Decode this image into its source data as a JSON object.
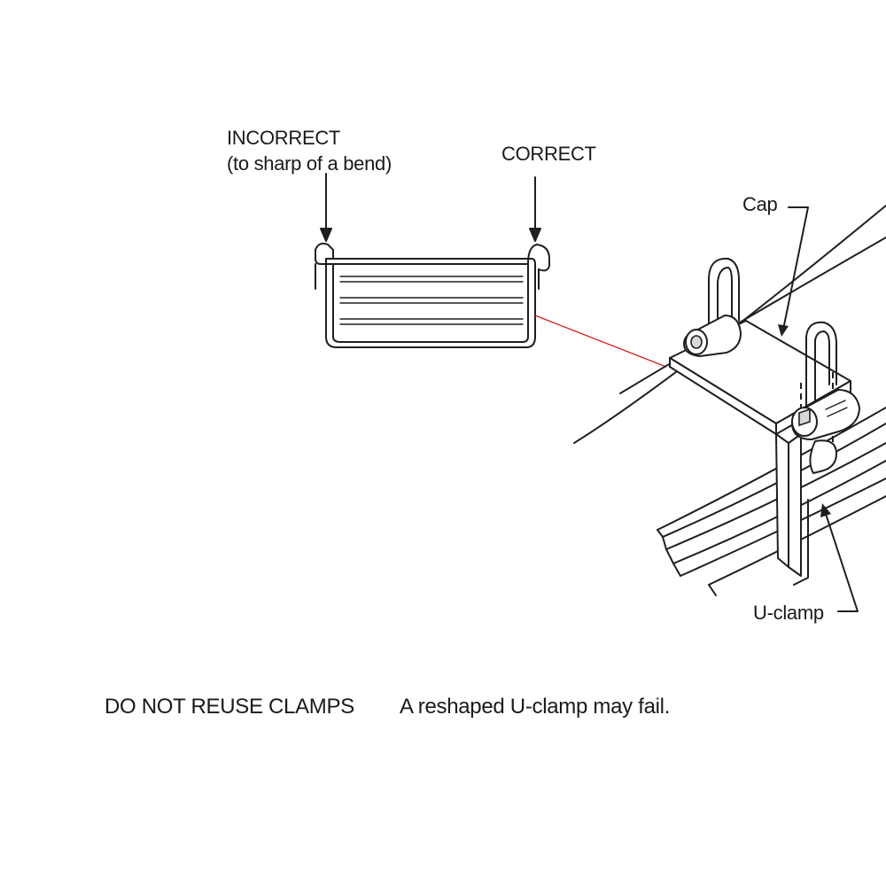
{
  "labels": {
    "incorrect": "INCORRECT",
    "incorrect_note": "(to sharp of a bend)",
    "correct": "CORRECT",
    "cap": "Cap",
    "u_clamp": "U-clamp"
  },
  "warning": {
    "heading": "DO NOT REUSE CLAMPS",
    "text": "A reshaped U-clamp may fail."
  },
  "colors": {
    "line": "#1f1f1f",
    "leader": "#d21f1f",
    "background": "#ffffff"
  }
}
